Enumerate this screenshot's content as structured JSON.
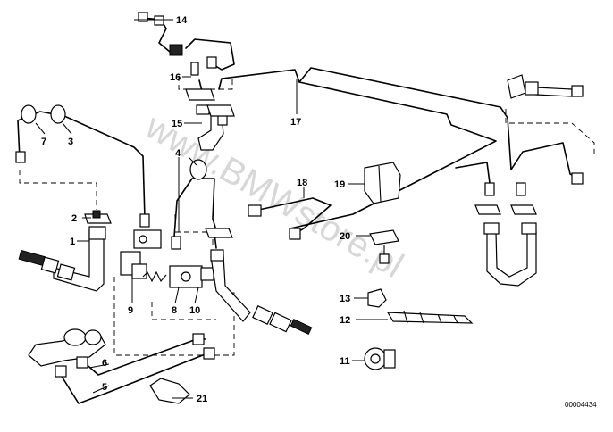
{
  "watermark": "www.BMWstore.pl",
  "reference_code": "00004434",
  "parts": [
    {
      "num": "1"
    },
    {
      "num": "2"
    },
    {
      "num": "3"
    },
    {
      "num": "4"
    },
    {
      "num": "5"
    },
    {
      "num": "6"
    },
    {
      "num": "7"
    },
    {
      "num": "8"
    },
    {
      "num": "9"
    },
    {
      "num": "10"
    },
    {
      "num": "11"
    },
    {
      "num": "12"
    },
    {
      "num": "13"
    },
    {
      "num": "14"
    },
    {
      "num": "15"
    },
    {
      "num": "16"
    },
    {
      "num": "17"
    },
    {
      "num": "18"
    },
    {
      "num": "19"
    },
    {
      "num": "20"
    },
    {
      "num": "21"
    }
  ]
}
